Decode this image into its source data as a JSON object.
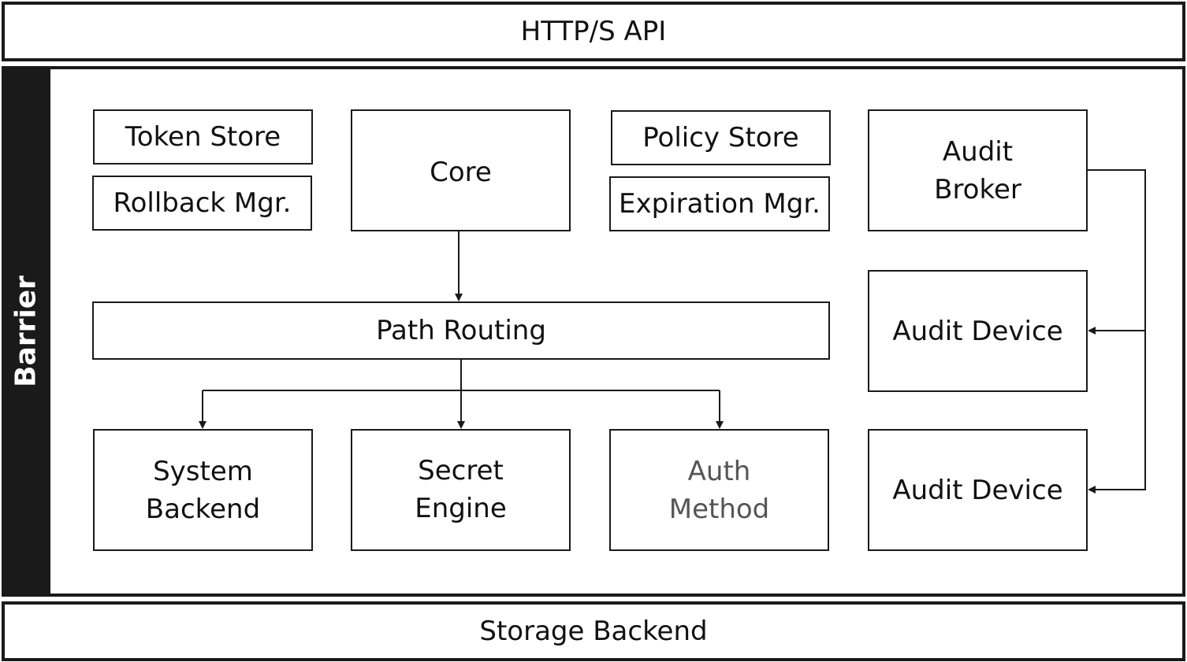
{
  "api": {
    "label": "HTTP/S API"
  },
  "barrier": {
    "label": "Barrier"
  },
  "storage": {
    "label": "Storage Backend"
  },
  "components": {
    "token_store": "Token Store",
    "rollback_mgr": "Rollback Mgr.",
    "core": "Core",
    "policy_store": "Policy Store",
    "expiration_mgr": "Expiration Mgr.",
    "audit_broker": "Audit\nBroker",
    "path_routing": "Path Routing",
    "audit_device_1": "Audit Device",
    "audit_device_2": "Audit Device",
    "system_backend": "System\nBackend",
    "secret_engine": "Secret\nEngine",
    "auth_method": "Auth\nMethod"
  },
  "colors": {
    "stroke": "#1a1a1a",
    "barrier_band": "#1a1a1a",
    "barrier_text": "#ffffff",
    "muted_text": "#555555"
  }
}
